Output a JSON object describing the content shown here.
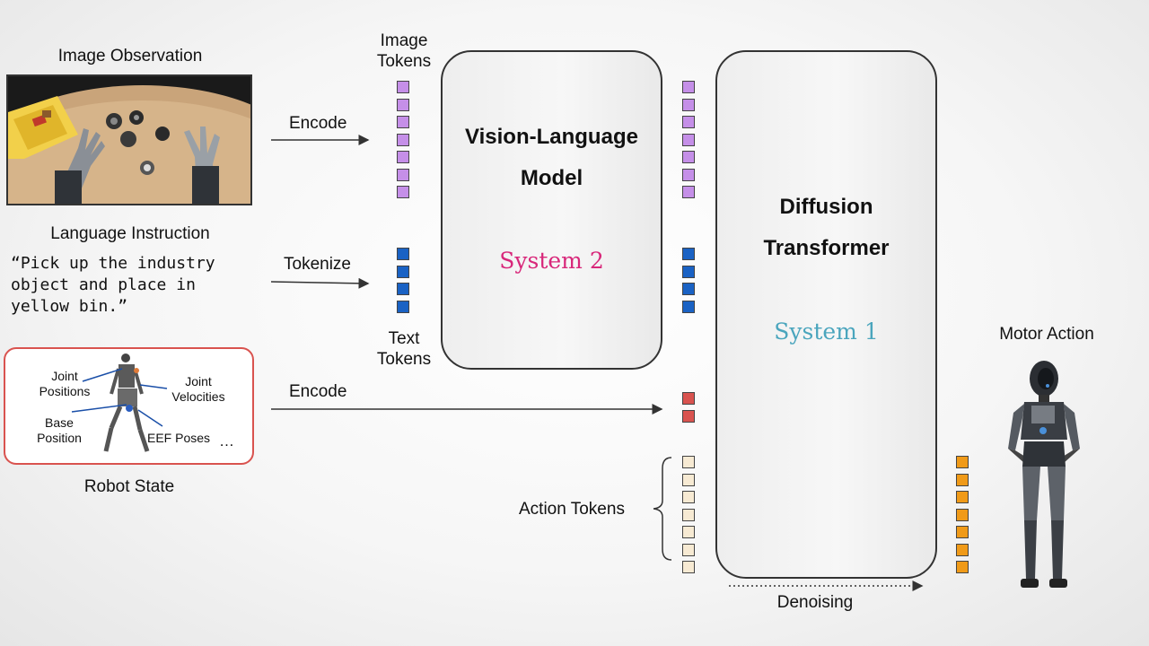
{
  "inputs": {
    "image_observation": "Image Observation",
    "language_instruction": "Language Instruction",
    "instruction_lines": [
      "“Pick up the industry",
      "object and place in",
      "yellow bin.”"
    ],
    "robot_state": "Robot State",
    "state_labels": {
      "joint_positions": [
        "Joint",
        "Positions"
      ],
      "joint_velocities": [
        "Joint",
        "Velocities"
      ],
      "base_position": [
        "Base",
        "Position"
      ],
      "eef_poses": "EEF Poses",
      "ellipsis": "…"
    }
  },
  "arrows": {
    "encode_image": "Encode",
    "tokenize": "Tokenize",
    "encode_state": "Encode"
  },
  "tokens": {
    "image_tokens": [
      "Image",
      "Tokens"
    ],
    "text_tokens": [
      "Text",
      "Tokens"
    ],
    "action_tokens": "Action Tokens",
    "colors": {
      "image": "#c58fe8",
      "text": "#1a62c4",
      "state": "#d9534f",
      "action_noisy": "#f7ead3",
      "action_mid": "#f5b75a",
      "action_final": "#f09a18"
    }
  },
  "models": {
    "vlm": [
      "Vision-Language",
      "Model"
    ],
    "system2": "System 2",
    "system2_color": "#d8277a",
    "dit": [
      "Diffusion",
      "Transformer"
    ],
    "system1": "System 1",
    "system1_color": "#4aa5bd"
  },
  "output": {
    "denoising": "Denoising",
    "motor_action": "Motor Action"
  }
}
